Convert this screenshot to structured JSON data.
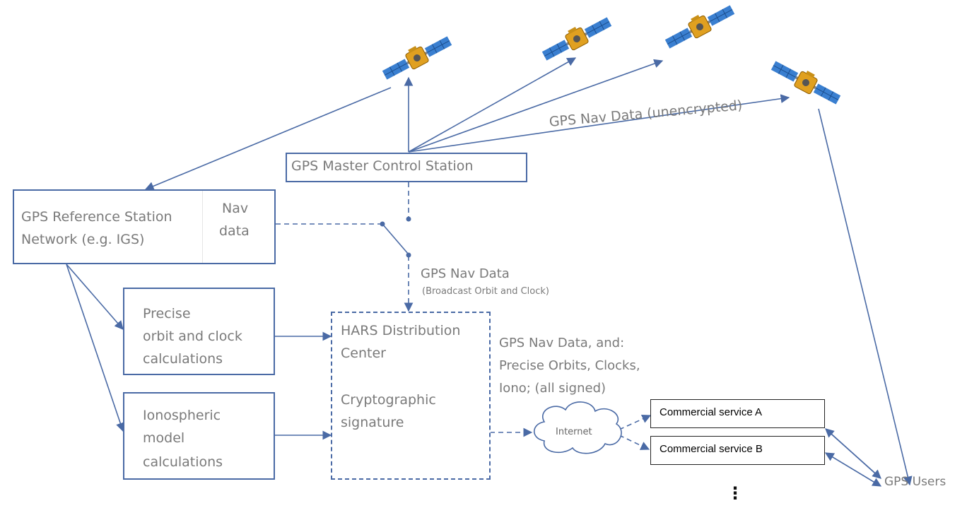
{
  "master_station": "GPS Master Control Station",
  "nav_data_unencrypted": "GPS Nav Data (unencrypted)",
  "ref_station": {
    "line1": "GPS Reference Station",
    "line2": "Network (e.g. IGS)",
    "nav_line1": "Nav",
    "nav_line2": "data"
  },
  "nav_data_label": "GPS Nav Data",
  "nav_data_sub": "(Broadcast Orbit and Clock)",
  "precise_box": {
    "line1": "Precise",
    "line2": "orbit and clock",
    "line3": "calculations"
  },
  "iono_box": {
    "line1": "Ionospheric",
    "line2": "model",
    "line3": "calculations"
  },
  "hars_box": {
    "line1": "HARS Distribution",
    "line2": "Center",
    "line3": "Cryptographic",
    "line4": "signature"
  },
  "output_label": {
    "line1": "GPS Nav Data, and:",
    "line2": "Precise Orbits, Clocks,",
    "line3": "Iono; (all signed)"
  },
  "internet": "Internet",
  "service_a": "Commercial service A",
  "service_b": "Commercial service B",
  "gps_users": "GPS Users",
  "ellipsis": "⋮",
  "colors": {
    "line": "#4a6aa5",
    "text": "#7a7a7a",
    "satellite_body": "#e0a020",
    "panel": "#3a7fd0"
  }
}
